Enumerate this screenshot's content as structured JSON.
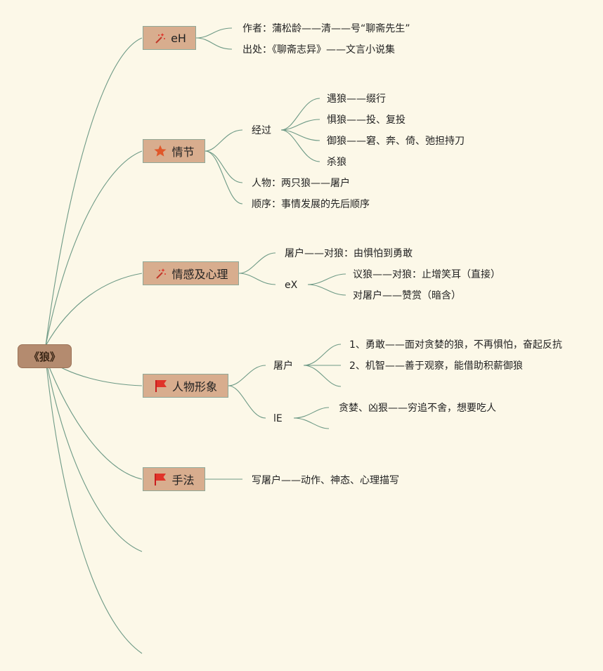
{
  "root": {
    "label": "《狼》"
  },
  "colors": {
    "background": "#fcf8e8",
    "root_fill": "#b48b6f",
    "branch_fill": "#d8ad8e",
    "line": "#6e9a86",
    "icon_red": "#e0342a"
  },
  "branches": {
    "b1": {
      "label": "eH",
      "icon": "magic-wand-icon"
    },
    "b2": {
      "label": "情节",
      "icon": "star-icon"
    },
    "b3": {
      "label": "情感及心理",
      "icon": "magic-wand-icon"
    },
    "b4": {
      "label": "人物形象",
      "icon": "red-flag-icon"
    },
    "b5": {
      "label": "手法",
      "icon": "red-flag-icon"
    }
  },
  "nodes": {
    "author": "作者：蒲松龄——清——号“聊斋先生”",
    "source": "出处：《聊斋志异》——文言小说集",
    "process": "经过",
    "meet": "遇狼——缀行",
    "fear": "惧狼——投、复投",
    "defend": "御狼——窘、奔、倚、弛担持刀",
    "kill": "杀狼",
    "characters": "人物：两只狼——屠户",
    "order": "顺序：事情发展的先后顺序",
    "butcher_feel": "屠户——对狼：由惧怕到勇敢",
    "ex": "eX",
    "discuss_wolf": "议狼——对狼：止增笑耳（直接）",
    "to_butcher": "对屠户——赞赏（暗含）",
    "butcher": "屠户",
    "brave": "1、勇敢——面对贪婪的狼，不再惧怕，奋起反抗",
    "wise": "2、机智——善于观察，能借助积薪御狼",
    "le": "lE",
    "greedy": "贪婪、凶狠——穷追不舍，想要吃人",
    "technique": "写屠户——动作、神态、心理描写"
  }
}
